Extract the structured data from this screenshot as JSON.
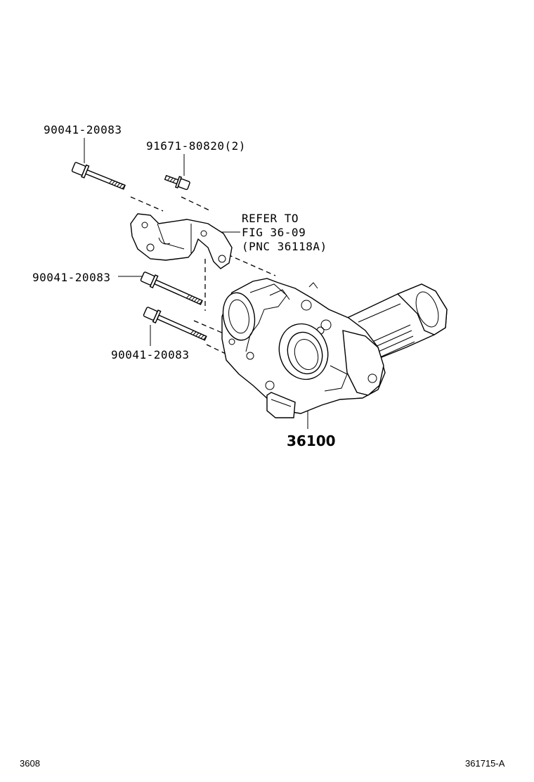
{
  "labels": {
    "bolt_top": "90041-20083",
    "bolt_small": "91671-80820(2)",
    "refer_line1": "REFER TO",
    "refer_line2": "FIG 36-09",
    "refer_line3": "(PNC 36118A)",
    "bolt_mid": "90041-20083",
    "bolt_low": "90041-20083",
    "assembly": "36100"
  },
  "footer": {
    "left_code": "3608",
    "right_code": "361715-A"
  }
}
